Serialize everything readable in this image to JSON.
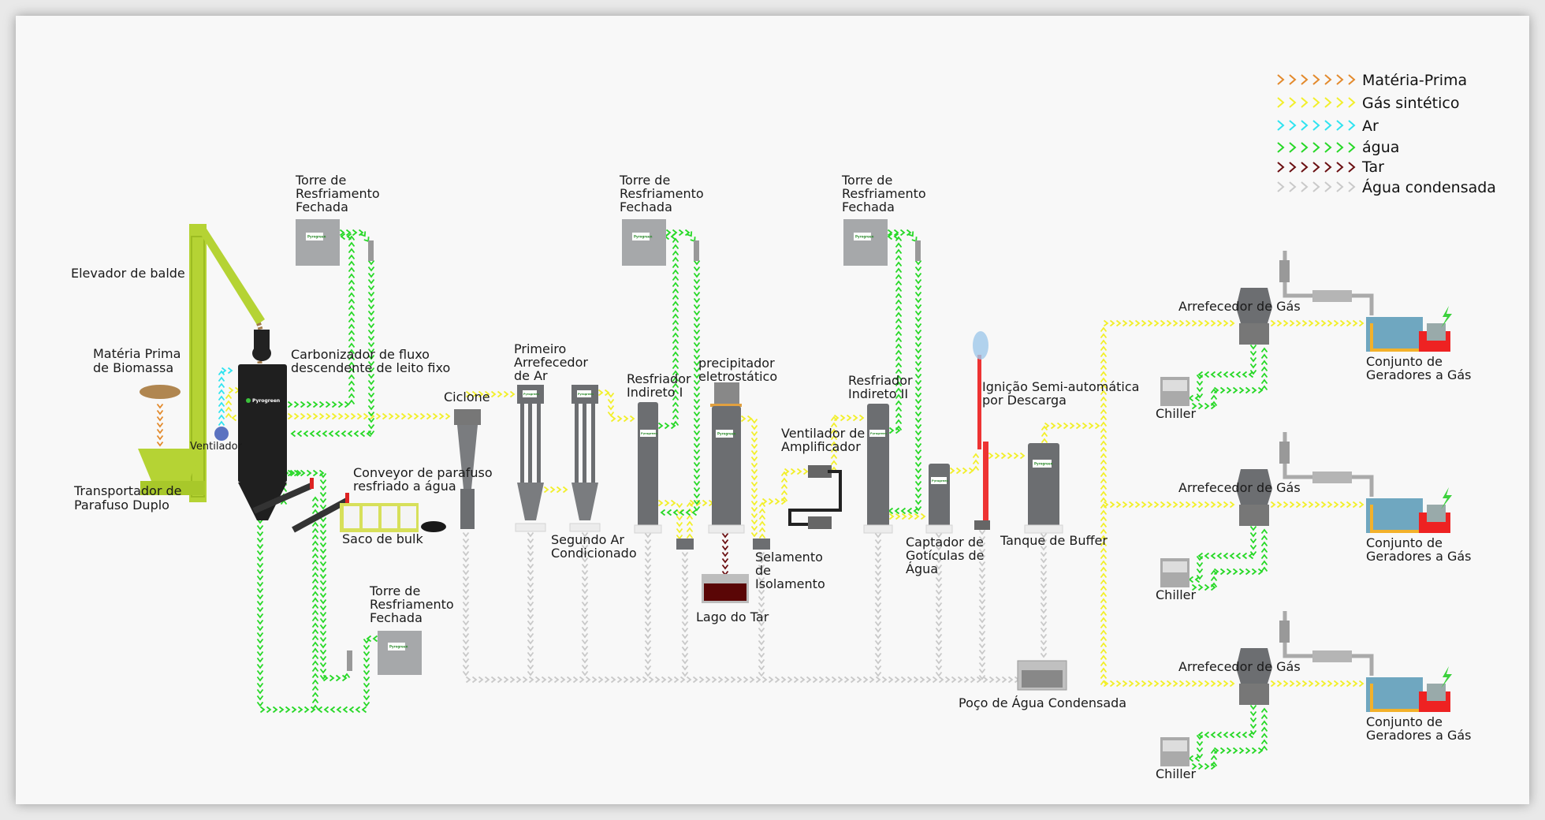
{
  "brand": "Pyrogreen",
  "legend": [
    {
      "label": "Matéria-Prima",
      "color": "#e38a2c"
    },
    {
      "label": "Gás sintético",
      "color": "#f2ef2a"
    },
    {
      "label": "Ar",
      "color": "#2fe3f0"
    },
    {
      "label": "água",
      "color": "#27d827"
    },
    {
      "label": "Tar",
      "color": "#6b0f12"
    },
    {
      "label": "Água condensada",
      "color": "#c9c9c9"
    }
  ],
  "labels": {
    "elevador": "Elevador de balde",
    "materia_prima": [
      "Matéria Prima",
      "de Biomassa"
    ],
    "transportador": [
      "Transportador de",
      "Parafuso Duplo"
    ],
    "carbonizador": [
      "Carbonizador de fluxo",
      "descendente de leito fixo"
    ],
    "ventilador": "Ventilador",
    "torre": [
      "Torre de",
      "Resfriamento",
      "Fechada"
    ],
    "ciclone": "Ciclone",
    "primeiro": [
      "Primeiro",
      "Arrefecedor",
      "de Ar"
    ],
    "segundo": [
      "Segundo Ar",
      "Condicionado"
    ],
    "res1": [
      "Resfriador",
      "Indireto I"
    ],
    "precip": [
      "precipitador",
      "eletrostático"
    ],
    "lago": "Lago do Tar",
    "selamento": [
      "Selamento",
      "de",
      "Isolamento"
    ],
    "vent_amp": [
      "Ventilador de",
      "Amplificador"
    ],
    "res2": [
      "Resfriador",
      "Indireto II"
    ],
    "captador": [
      "Captador de",
      "Gotículas de",
      "Água"
    ],
    "ignicao": [
      "Ignição Semi-automática",
      "por Descarga"
    ],
    "tanque": "Tanque de Buffer",
    "poco": "Poço de Água Condensada",
    "saco": "Saco de bulk",
    "conveyor": [
      "Conveyor de parafuso",
      "resfriado a água"
    ],
    "arrefecedor": "Arrefecedor de Gás",
    "chiller": "Chiller",
    "conjunto": [
      "Conjunto de",
      "Geradores a Gás"
    ]
  }
}
